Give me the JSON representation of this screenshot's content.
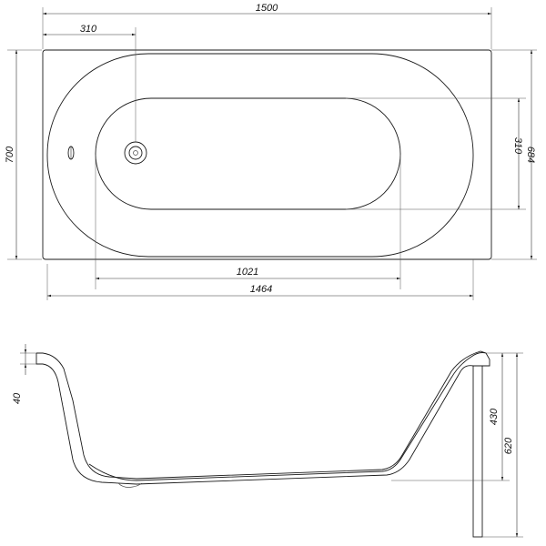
{
  "top_view": {
    "overall_length": "1500",
    "drain_offset": "310",
    "inner_basin_width": "310",
    "inner_width": "684",
    "overall_width": "700",
    "inner_basin_length": "1021",
    "inner_length": "1464"
  },
  "side_view": {
    "rim_height": "40",
    "inner_depth": "430",
    "total_height": "620"
  }
}
